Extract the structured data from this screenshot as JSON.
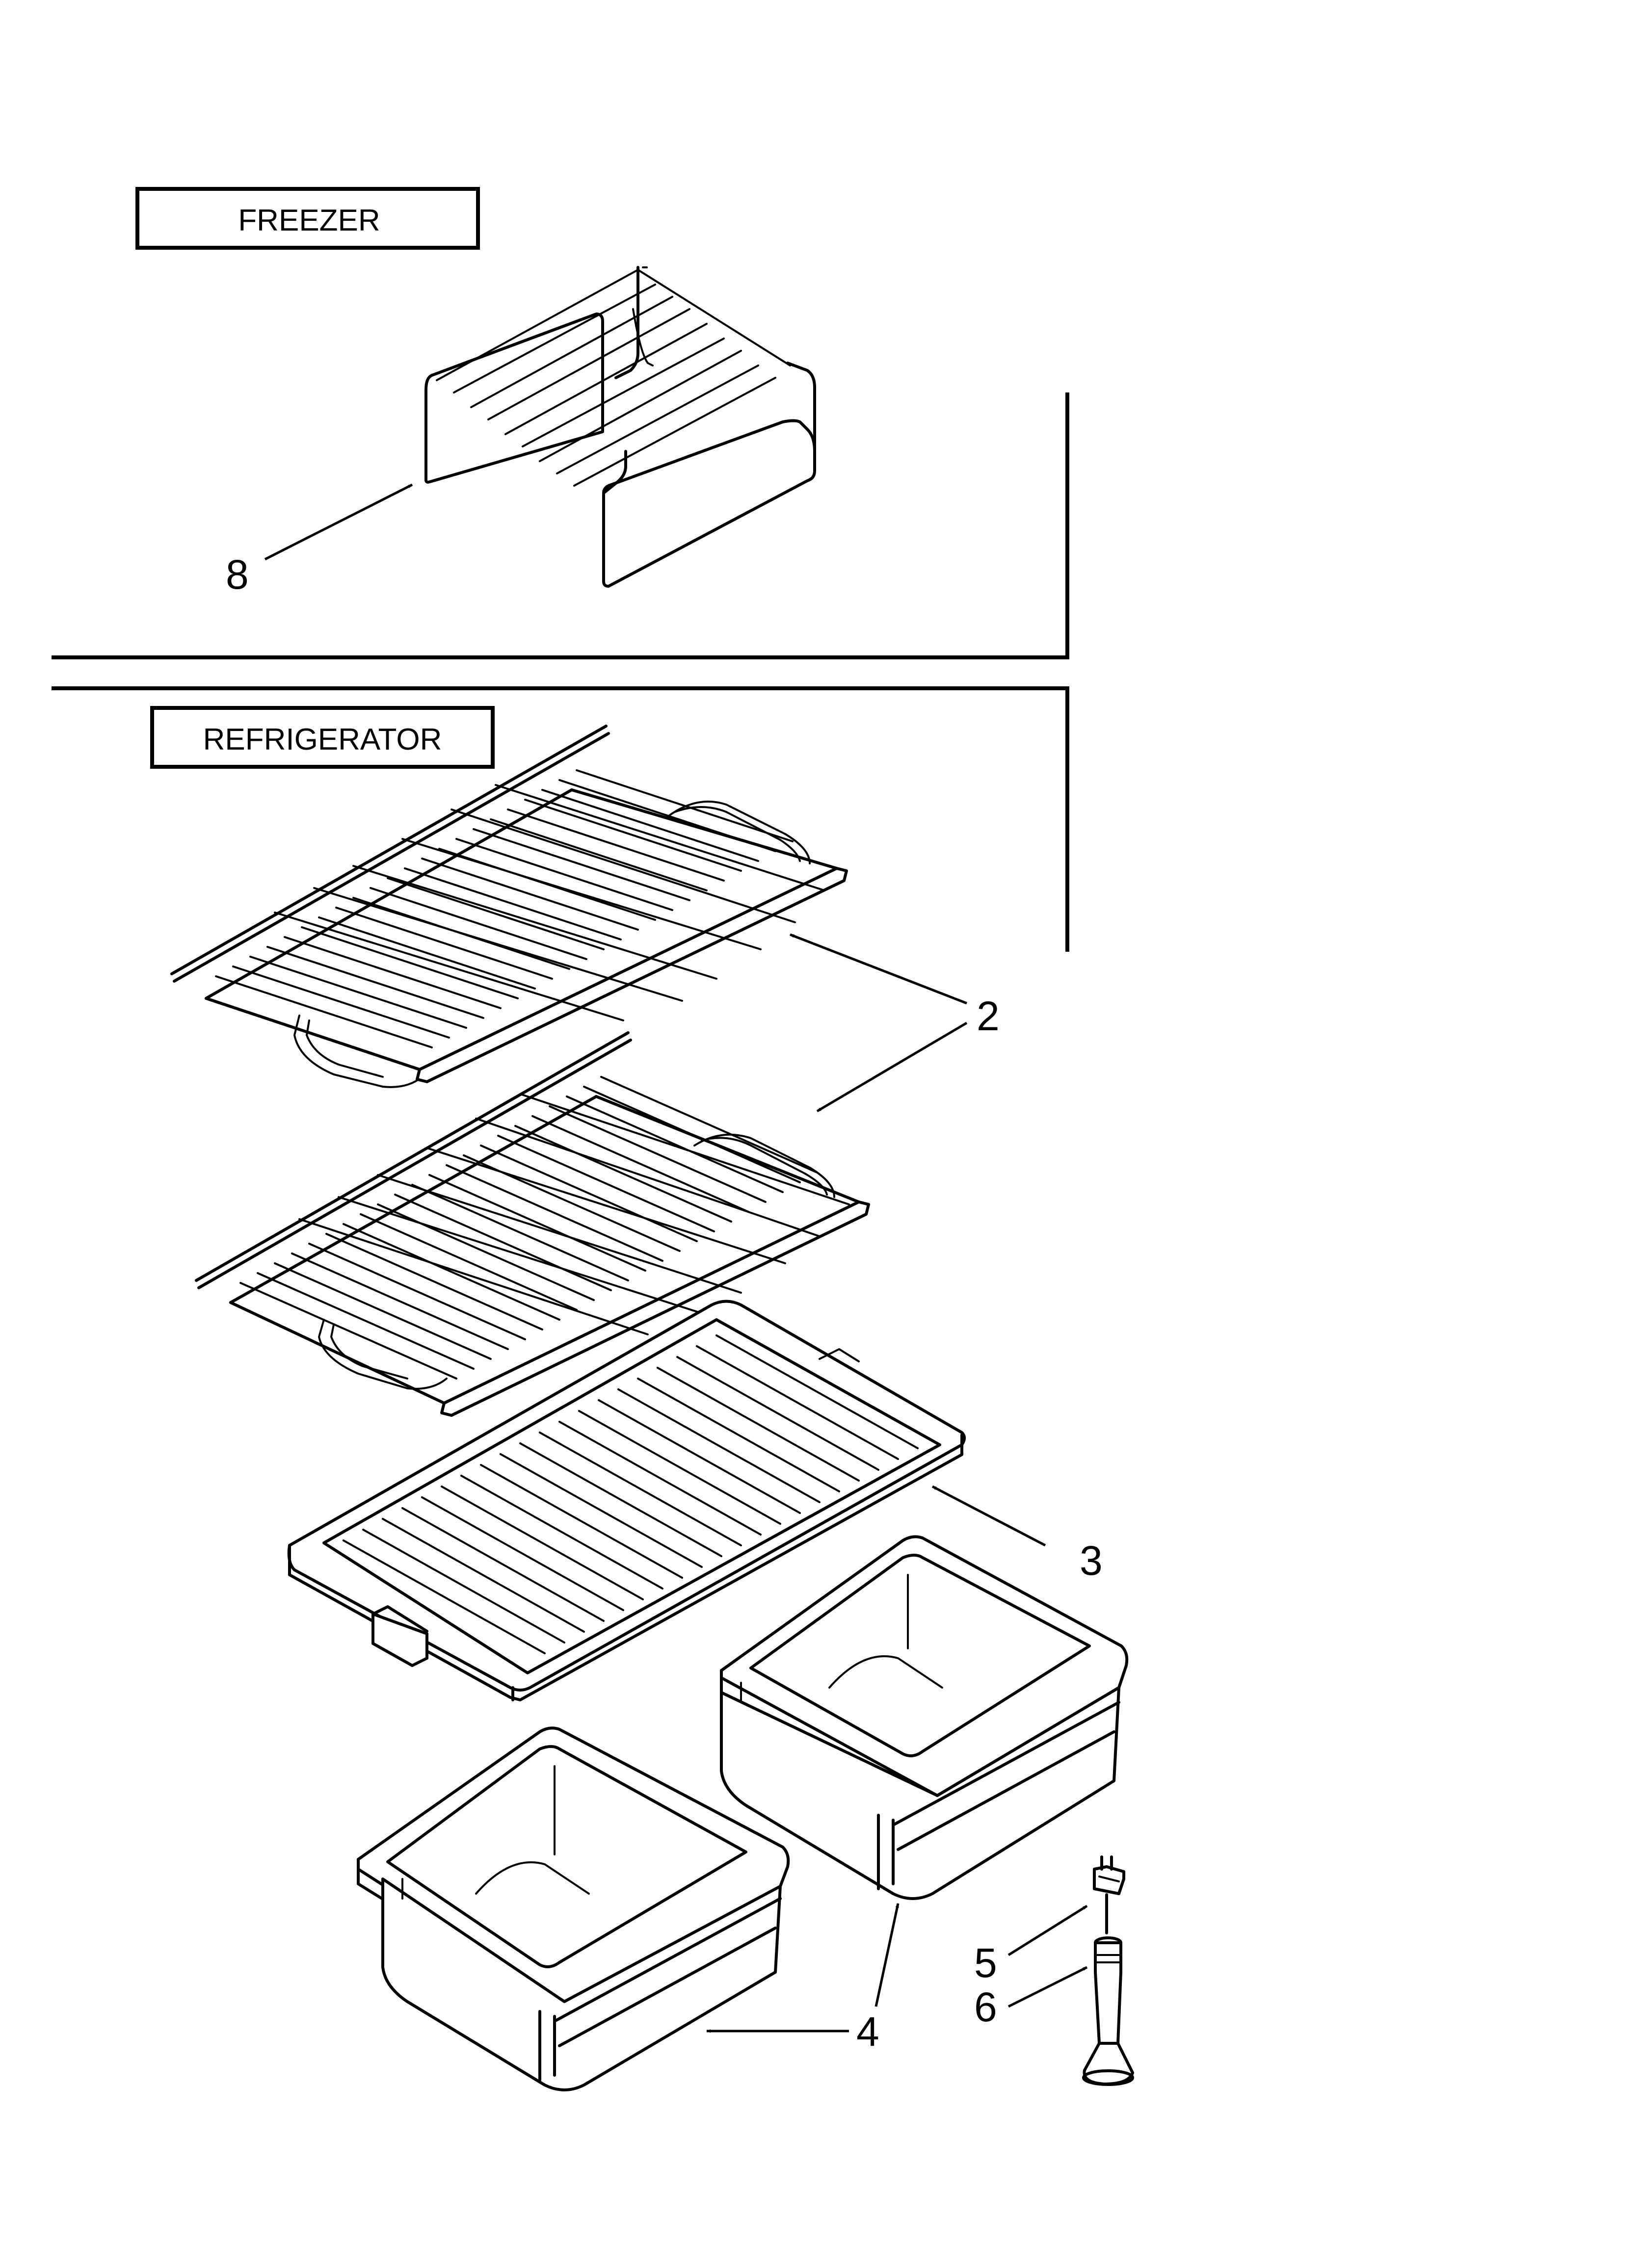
{
  "sections": {
    "freezer_label": "FREEZER",
    "refrigerator_label": "REFRIGERATOR"
  },
  "callouts": {
    "c8": "8",
    "c2": "2",
    "c3": "3",
    "c4": "4",
    "c5": "5",
    "c6": "6"
  },
  "parts": [
    {
      "callout": "8",
      "depicts": "freezer shelf"
    },
    {
      "callout": "2",
      "depicts": "wire shelves"
    },
    {
      "callout": "3",
      "depicts": "crisper cover shelf"
    },
    {
      "callout": "4",
      "depicts": "crisper drawers"
    },
    {
      "callout": "5",
      "depicts": "screw"
    },
    {
      "callout": "6",
      "depicts": "leveling leg"
    }
  ]
}
